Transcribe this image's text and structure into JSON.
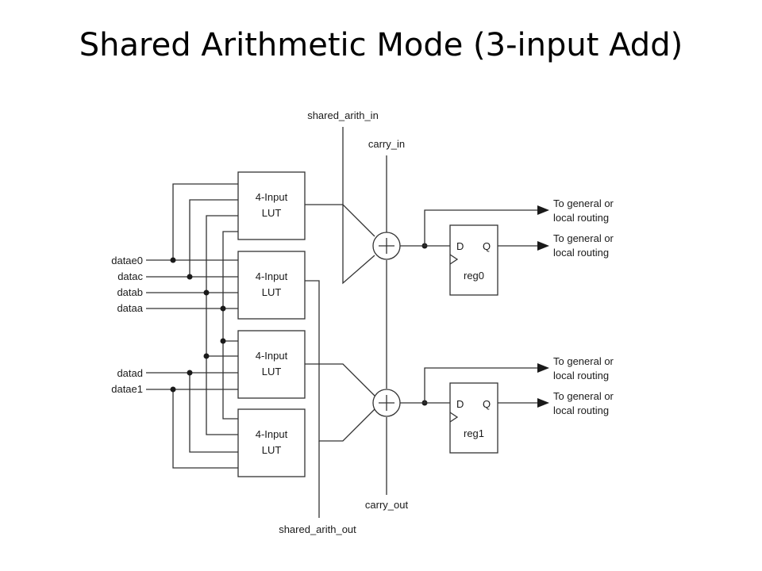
{
  "title": "Shared Arithmetic Mode (3-input Add)",
  "signals": {
    "shared_arith_in": "shared_arith_in",
    "carry_in": "carry_in",
    "carry_out": "carry_out",
    "shared_arith_out": "shared_arith_out",
    "inputs": [
      "datae0",
      "datac",
      "datab",
      "dataa",
      "datad",
      "datae1"
    ]
  },
  "lut_label_line1": "4-Input",
  "lut_label_line2": "LUT",
  "registers": {
    "reg0": {
      "name": "reg0",
      "d": "D",
      "q": "Q"
    },
    "reg1": {
      "name": "reg1",
      "d": "D",
      "q": "Q"
    }
  },
  "outputs": {
    "line1": "To general or",
    "line2": "local routing"
  }
}
